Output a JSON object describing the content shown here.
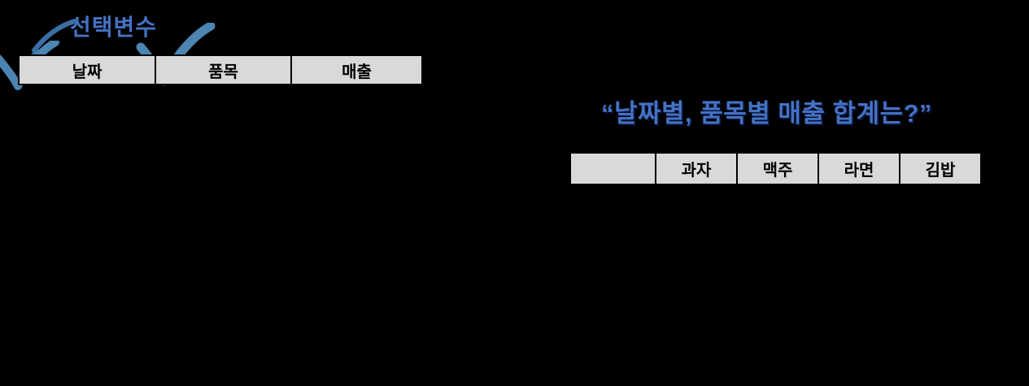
{
  "canvas": {
    "background": "#000000"
  },
  "annotation": {
    "label": "선택변수",
    "color": "#4472c4"
  },
  "source_table": {
    "headers": [
      "날짜",
      "품목",
      "매출"
    ],
    "header_background": "#d9d9d9"
  },
  "question": {
    "text": "“날짜별, 품목별 매출 합계는?”",
    "color": "#4472c4"
  },
  "pivot_table": {
    "headers": [
      "",
      "과자",
      "맥주",
      "라면",
      "김밥"
    ],
    "header_background": "#d9d9d9"
  },
  "icons": {
    "checkmark": "✓",
    "arrow": "↙",
    "checkmark_color": "#4c84b2",
    "arrow_color": "#3b6ea5"
  }
}
